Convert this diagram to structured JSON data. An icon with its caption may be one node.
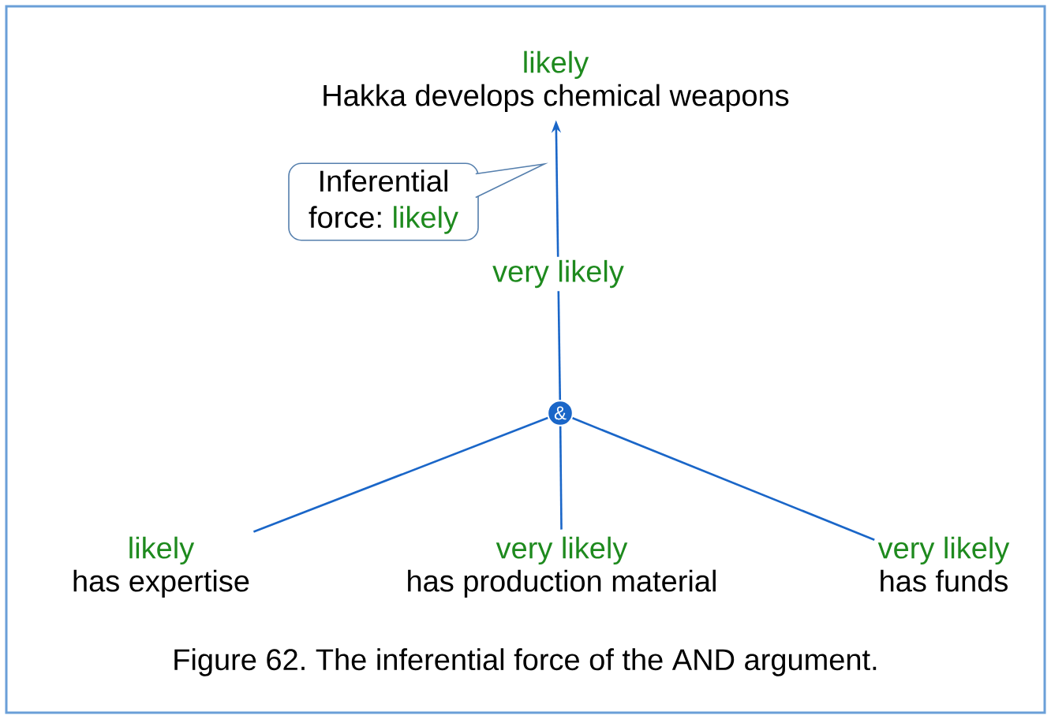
{
  "diagram": {
    "caption": "Figure 62. The inferential force of the AND argument.",
    "nodes": [
      {
        "text": [
          "likely",
          "Hakka develops chemical weapons"
        ]
      },
      {
        "text": [
          "&"
        ]
      },
      {
        "text": [
          "likely",
          "has expertise"
        ]
      },
      {
        "text": [
          "very likely",
          "has production material"
        ]
      },
      {
        "text": [
          "very likely",
          "has funds"
        ]
      },
      {
        "text": [
          "Inferential force:",
          "likely"
        ]
      }
    ],
    "edges": [
      {
        "from": 1,
        "to": 0,
        "arrow": "to",
        "label": "very likely"
      },
      {
        "from": 2,
        "to": 1,
        "arrow": "none"
      },
      {
        "from": 3,
        "to": 1,
        "arrow": "none"
      },
      {
        "from": 4,
        "to": 1,
        "arrow": "none"
      }
    ]
  }
}
